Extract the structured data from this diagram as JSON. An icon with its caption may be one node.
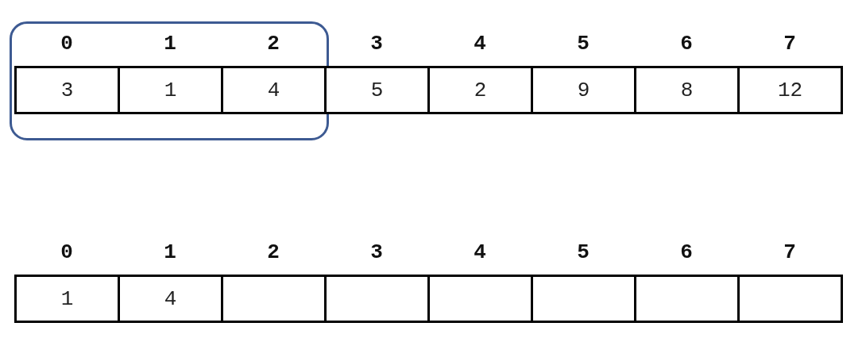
{
  "diagram": {
    "nodes": [
      {
        "text": [],
        "shape": "box"
      },
      {
        "text": [
          "3"
        ],
        "in": 0
      },
      {
        "text": [
          "1"
        ],
        "in": 0
      },
      {
        "text": [
          "4"
        ],
        "in": 0
      },
      {
        "text": [
          "5"
        ]
      },
      {
        "text": [
          "2"
        ]
      },
      {
        "text": [
          "9"
        ]
      },
      {
        "text": [
          "8"
        ]
      },
      {
        "text": [
          "12"
        ]
      },
      {
        "text": [
          "1"
        ]
      },
      {
        "text": [
          "4"
        ]
      },
      {
        "text": [],
        "shape": "box"
      },
      {
        "text": [],
        "shape": "box"
      },
      {
        "text": [],
        "shape": "box"
      },
      {
        "text": [],
        "shape": "box"
      },
      {
        "text": [],
        "shape": "box"
      },
      {
        "text": [],
        "shape": "box"
      }
    ],
    "edges": [],
    "labels": [
      "0",
      "1",
      "2",
      "3",
      "4",
      "5",
      "6",
      "7",
      "0",
      "1",
      "2",
      "3",
      "4",
      "5",
      "6",
      "7"
    ]
  }
}
